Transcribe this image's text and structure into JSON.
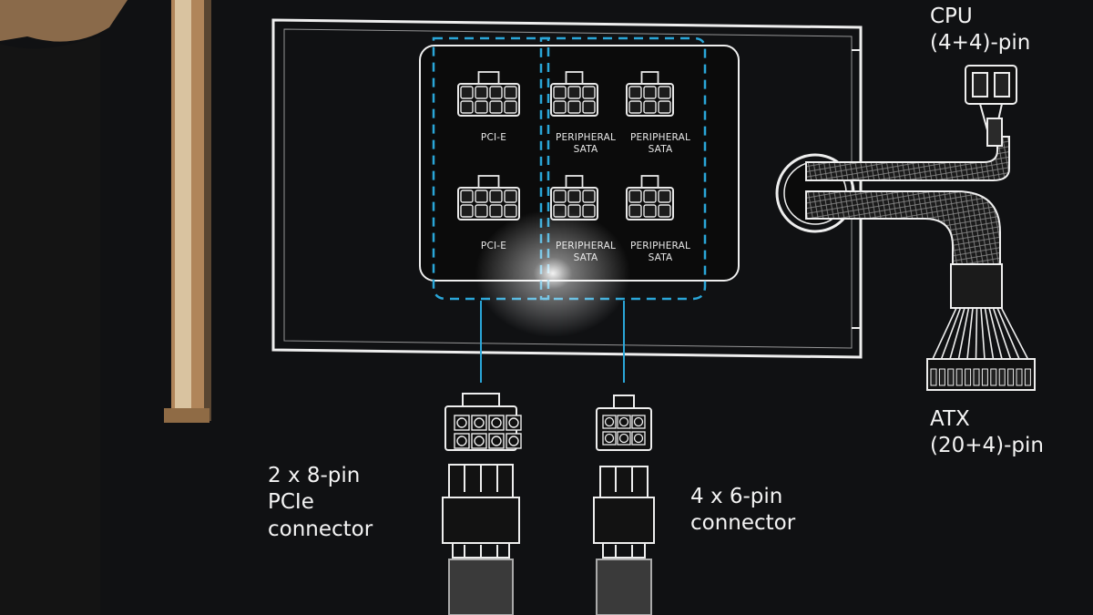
{
  "labels": {
    "cpu": [
      "CPU",
      "(4+4)-pin"
    ],
    "atx": [
      "ATX",
      "(20+4)-pin"
    ],
    "pcie_connector": [
      "2 x 8-pin",
      "PCIe",
      "connector"
    ],
    "six_pin_connector": [
      "4 x 6-pin",
      "connector"
    ]
  },
  "ports": {
    "top_left": "PCI-E",
    "top_mid": [
      "PERIPHERAL",
      "SATA"
    ],
    "top_right": [
      "PERIPHERAL",
      "SATA"
    ],
    "bottom_left": "PCI-E",
    "bottom_mid": [
      "PERIPHERAL",
      "SATA"
    ],
    "bottom_right": [
      "PERIPHERAL",
      "SATA"
    ]
  },
  "colors": {
    "background": "#101113",
    "line_art": "#eeeeee",
    "dashed_group": "#2aa6d8",
    "cardboard_edge": "#b0855a"
  }
}
